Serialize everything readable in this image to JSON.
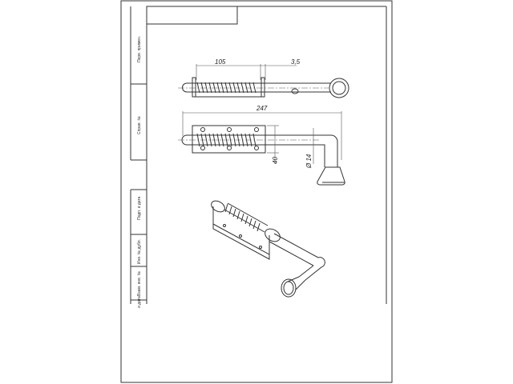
{
  "frame": {
    "side_labels": [
      "Перв. примен.",
      "Справ. №",
      "Подп. и дата",
      "Инв. № дубл.",
      "Взам. инв. №",
      "и дата"
    ]
  },
  "dimensions": {
    "spring_length": "105",
    "gap": "3,5",
    "overall_length": "247",
    "height": "40",
    "diameter": "Ø 14"
  }
}
